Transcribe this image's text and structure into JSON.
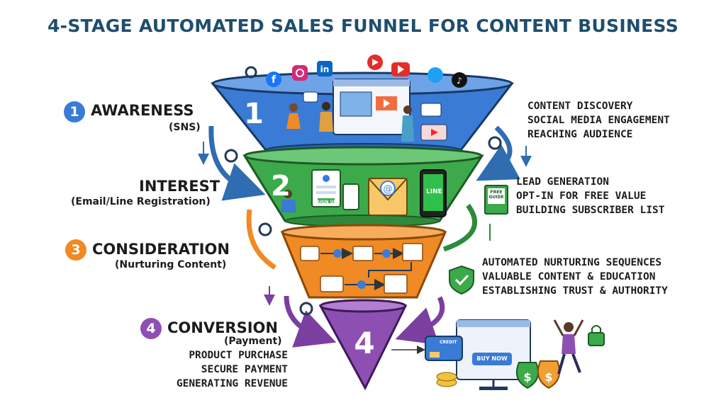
{
  "title": "4-STAGE AUTOMATED SALES FUNNEL FOR CONTENT BUSINESS",
  "colors": {
    "title": "#1f4e6e",
    "awareness": "#3a7bd5",
    "interest": "#3caa4a",
    "consideration": "#f08a24",
    "conversion": "#8e4fb3"
  },
  "stages": [
    {
      "badge": "1",
      "name": "AWARENESS",
      "sub": "(SNS)",
      "funnel_number": "1",
      "details": [
        "CONTENT DISCOVERY",
        "SOCIAL MEDIA ENGAGEMENT",
        "REACHING AUDIENCE"
      ],
      "icons": [
        "facebook-icon",
        "instagram-icon",
        "linkedin-icon",
        "youtube-icon",
        "play-icon",
        "twitter-icon",
        "tiktok-icon"
      ]
    },
    {
      "name": "INTEREST",
      "sub": "(Email/Line Registration)",
      "funnel_number": "2",
      "details": [
        "LEAD GENERATION",
        "OPT-IN FOR FREE VALUE",
        "BUILDING SUBSCRIBER LIST"
      ],
      "free_guide": "FREE GUIDE",
      "signup": "SIGN UP",
      "line": "LINE"
    },
    {
      "badge": "3",
      "name": "CONSIDERATION",
      "sub": "(Nurturing Content)",
      "details": [
        "AUTOMATED NURTURING SEQUENCES",
        "VALUABLE CONTENT & EDUCATION",
        "ESTABLISHING TRUST & AUTHORITY"
      ]
    },
    {
      "badge": "4",
      "name": "CONVERSION",
      "sub": "(Payment)",
      "funnel_number": "4",
      "details": [
        "PRODUCT PURCHASE",
        "SECURE PAYMENT",
        "GENERATING REVENUE"
      ],
      "credit": "CREDIT",
      "buy_now": "BUY NOW"
    }
  ]
}
